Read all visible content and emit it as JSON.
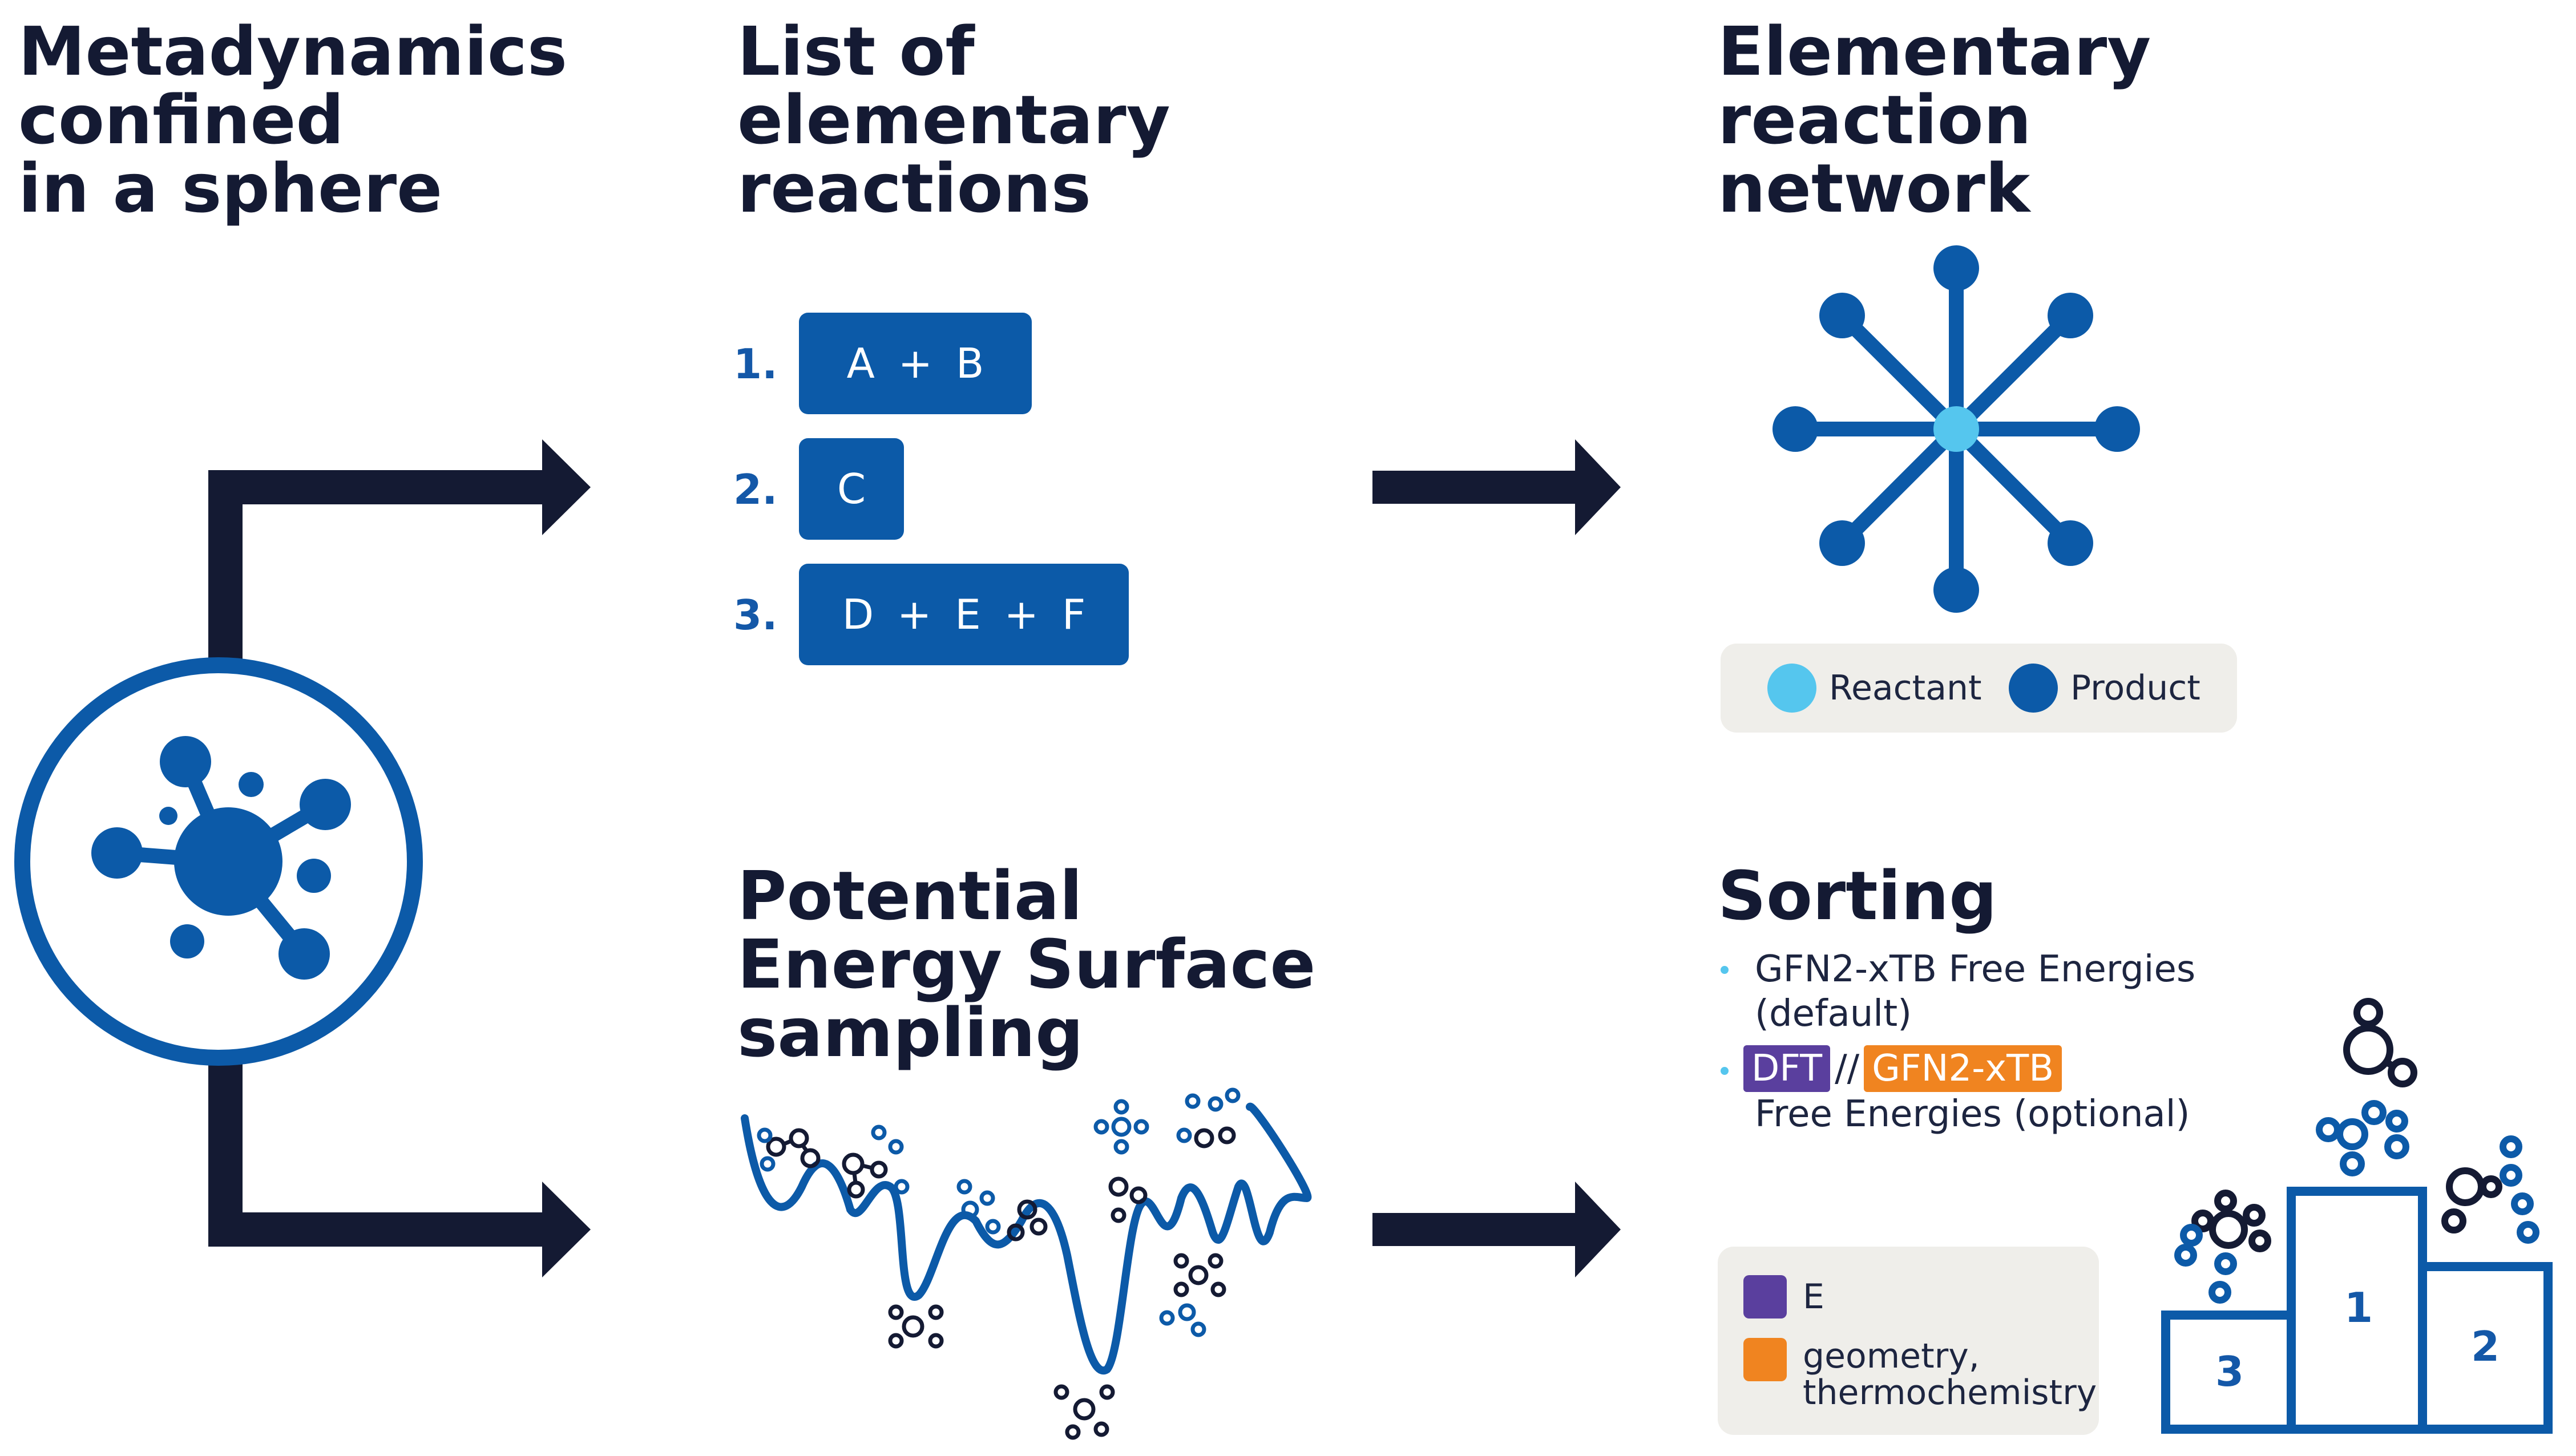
{
  "headings": {
    "metadynamics": [
      "Metadynamics",
      "confined",
      "in a sphere"
    ],
    "list": [
      "List of",
      "elementary",
      "reactions"
    ],
    "network": [
      "Elementary",
      "reaction",
      "network"
    ],
    "pes": [
      "Potential",
      "Energy Surface",
      "sampling"
    ],
    "sorting": [
      "Sorting"
    ]
  },
  "reactions": [
    {
      "num": "1.",
      "label": "A + B"
    },
    {
      "num": "2.",
      "label": "C"
    },
    {
      "num": "3.",
      "label": "D + E + F"
    }
  ],
  "network_legend": {
    "reactant": "Reactant",
    "product": "Product"
  },
  "sorting_items": {
    "first_line1": "GFN2-xTB Free Energies",
    "first_line2": "(default)",
    "dft_tag": "DFT",
    "separator": "//",
    "gfn_tag": "GFN2-xTB",
    "second_line2": "Free Energies (optional)"
  },
  "sorting_legend": {
    "e_label": "E",
    "geo_label_line1": "geometry,",
    "geo_label_line2": "thermochemistry"
  },
  "podium": {
    "first": "1",
    "second": "2",
    "third": "3"
  },
  "colors": {
    "dark_navy": "#141a33",
    "primary_blue": "#0c5aa8",
    "reactant_cyan": "#55c6ee",
    "dft_purple": "#5a3f9e",
    "gfn_orange": "#f08420",
    "legend_bg": "#efeeea"
  },
  "icons": [
    "molecule-in-sphere-icon",
    "star-network-icon",
    "podium-icon",
    "molecule-icon"
  ]
}
